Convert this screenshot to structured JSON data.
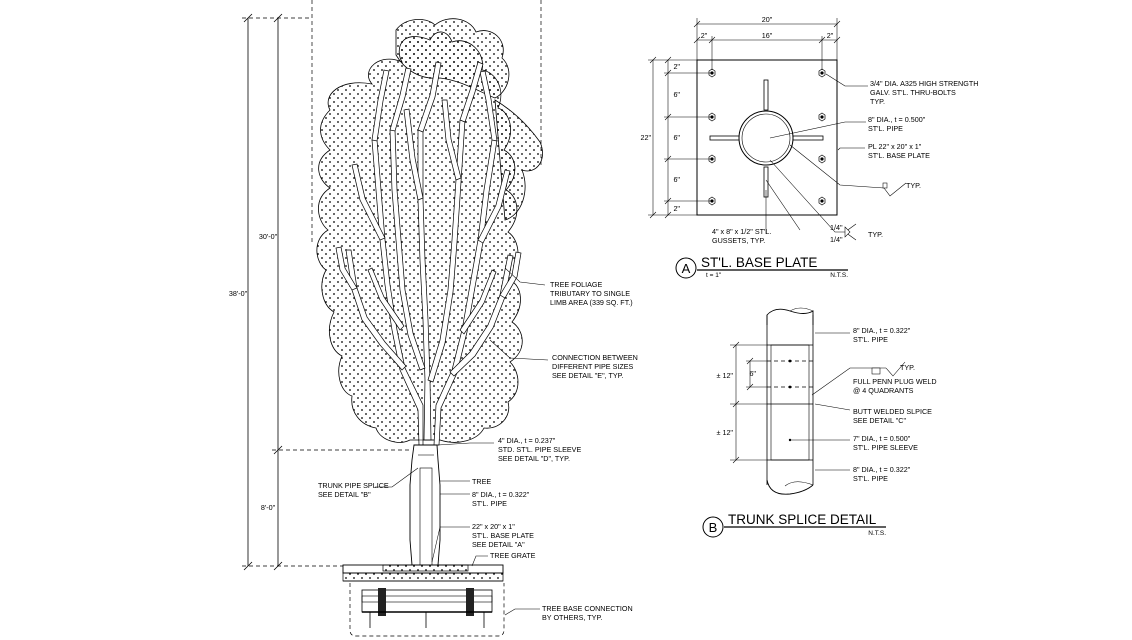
{
  "elevation": {
    "dims": {
      "overall": "38'-0\"",
      "canopy": "30'-0\"",
      "trunk": "8'-0\""
    },
    "notes": {
      "foliage": [
        "TREE FOLIAGE",
        "TRIBUTARY TO SINGLE",
        "LIMB AREA (339 SQ. FT.)"
      ],
      "connection": [
        "CONNECTION BETWEEN",
        "DIFFERENT PIPE SIZES",
        "SEE DETAIL \"E\", TYP."
      ],
      "sleeve": [
        "4\" DIA., t = 0.237\"",
        "STD. ST'L. PIPE SLEEVE",
        "SEE DETAIL \"D\", TYP."
      ],
      "tree": [
        "TREE"
      ],
      "splice": [
        "TRUNK PIPE SPLICE",
        "SEE DETAIL \"B\""
      ],
      "trunk_pipe": [
        "8\" DIA., t = 0.322\"",
        "ST'L. PIPE"
      ],
      "base_plate": [
        "22\" x 20\" x 1\"",
        "ST'L. BASE PLATE",
        "SEE DETAIL \"A\""
      ],
      "grate": [
        "TREE GRATE"
      ],
      "base_conn": [
        "TREE BASE CONNECTION",
        "BY OTHERS, TYP."
      ]
    }
  },
  "detail_a": {
    "bubble": "A",
    "title": "ST'L. BASE PLATE",
    "sub_left": "t = 1\"",
    "sub_right": "N.T.S.",
    "dims": {
      "width": "20\"",
      "left_edge": "2\"",
      "middle": "16\"",
      "right_edge": "2\"",
      "height": "22\"",
      "v_edge": "2\"",
      "v_space": "6\""
    },
    "notes": {
      "bolts": [
        "3/4\" DIA. A325 HIGH STRENGTH",
        "GALV. ST'L. THRU-BOLTS",
        "TYP."
      ],
      "pipe": [
        "8\" DIA., t = 0.500\"",
        "ST'L. PIPE"
      ],
      "plate": [
        "PL 22\" x 20\" x 1\"",
        "ST'L. BASE PLATE"
      ],
      "gussets": [
        "4\" x 8\" x 1/2\" ST'L.",
        "GUSSETS, TYP."
      ],
      "weld_a": "TYP.",
      "weld_b": "TYP.",
      "weld_size_1": "1/4\"",
      "weld_size_2": "1/4\""
    }
  },
  "detail_b": {
    "bubble": "B",
    "title": "TRUNK SPLICE DETAIL",
    "sub_right": "N.T.S.",
    "dims": {
      "upper": "± 12\"",
      "inner": "6\"",
      "lower": "± 12\""
    },
    "notes": {
      "top_pipe": [
        "8\" DIA., t = 0.322\"",
        "ST'L. PIPE"
      ],
      "weld_typ": "TYP.",
      "plug": [
        "FULL PENN PLUG WELD",
        "@ 4 QUADRANTS"
      ],
      "butt": [
        "BUTT WELDED SLPICE",
        "SEE DETAIL \"C\""
      ],
      "sleeve": [
        "7\" DIA., t = 0.500\"",
        "ST'L. PIPE SLEEVE"
      ],
      "bottom_pipe": [
        "8\" DIA., t = 0.322\"",
        "ST'L. PIPE"
      ]
    }
  }
}
